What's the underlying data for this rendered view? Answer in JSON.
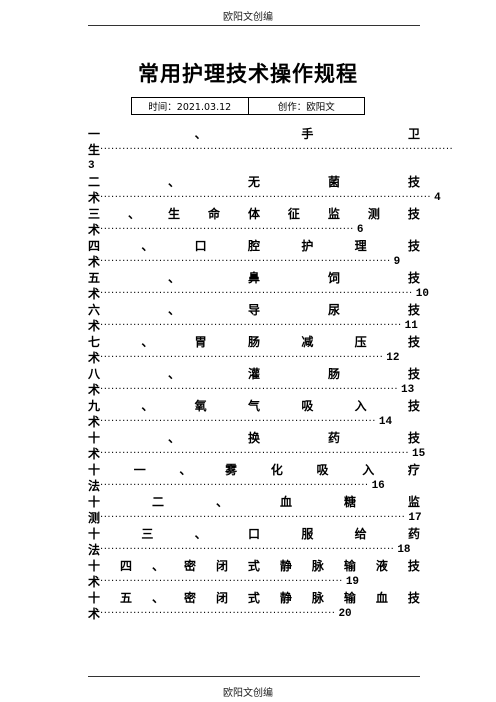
{
  "header": {
    "text": "欧阳文创编"
  },
  "footer": {
    "text": "欧阳文创编"
  },
  "title": "常用护理技术操作规程",
  "meta": {
    "time": "时间：2021.03.12",
    "author": "创作：欧阳文"
  },
  "toc": [
    {
      "label": "一、手卫生",
      "page": "3"
    },
    {
      "label": "二、无菌技术",
      "page": "4"
    },
    {
      "label": "三、生命体征监测技术",
      "page": "6"
    },
    {
      "label": "四、口腔护理技术",
      "page": "9"
    },
    {
      "label": "五、鼻饲技术",
      "page": "10"
    },
    {
      "label": "六、导尿技术",
      "page": "11"
    },
    {
      "label": "七、胃肠减压技术",
      "page": "12"
    },
    {
      "label": "八、灌肠技术",
      "page": "13"
    },
    {
      "label": "九、氧气吸入技术",
      "page": "14"
    },
    {
      "label": "十、换药技术",
      "page": "15"
    },
    {
      "label": "十一、雾化吸入疗法",
      "page": "16"
    },
    {
      "label": "十二、血糖监测",
      "page": "17"
    },
    {
      "label": "十三、口服给药法",
      "page": "18"
    },
    {
      "label": "十四、密闭式静脉输液技术",
      "page": "19"
    },
    {
      "label": "十五、密闭式静脉输血技术",
      "page": "20"
    }
  ]
}
